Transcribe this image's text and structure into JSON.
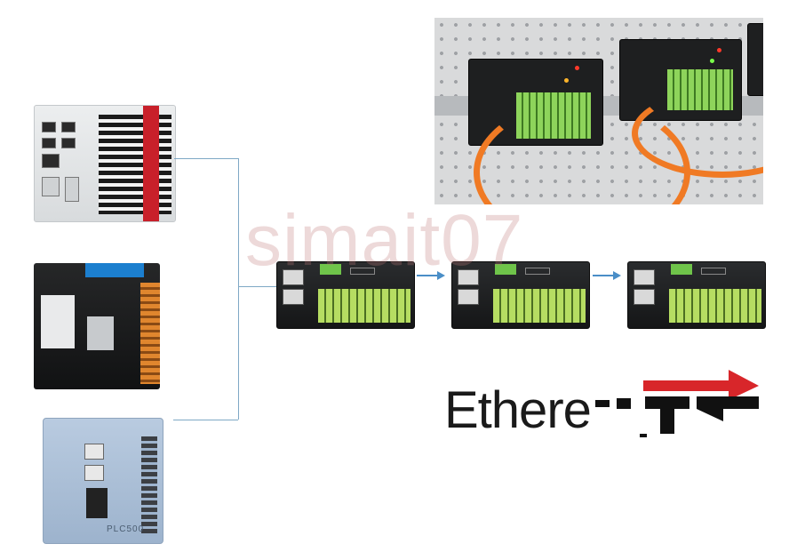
{
  "watermark": {
    "text": "simait07"
  },
  "logo": {
    "text": "Ethere",
    "accent_color": "#d8262a",
    "text_color": "#1a1a1a"
  },
  "labels": {
    "plc_model": "PLC500"
  },
  "colors": {
    "wire": "#7fa8c5",
    "arrow": "#4a8ec7",
    "cable": "#f07a24"
  },
  "icons": {
    "arrow1": "arrow-right-icon",
    "arrow2": "arrow-right-icon",
    "ethercat_symbol": "ethercat-symbol-icon"
  }
}
